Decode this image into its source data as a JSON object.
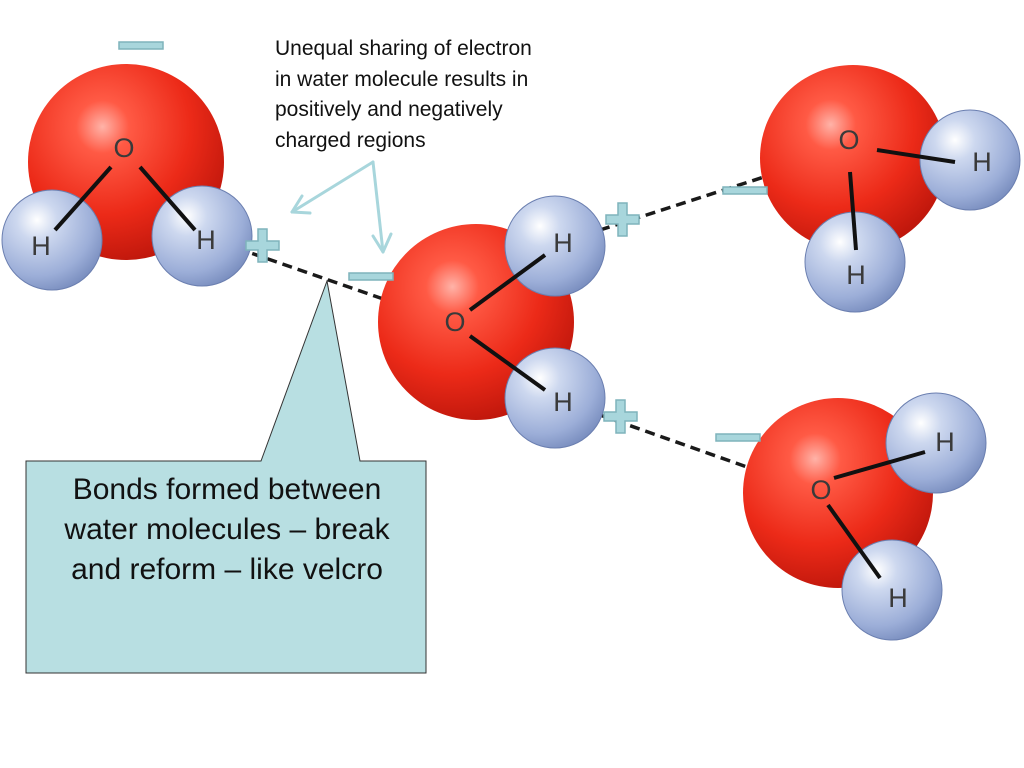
{
  "annotation": {
    "lines": [
      "Unequal sharing of electron",
      "in water molecule results in",
      "positively and negatively",
      "charged regions"
    ]
  },
  "callout": {
    "lines": [
      "Bonds formed between",
      "water molecules – break",
      "and reform – like velcro"
    ]
  },
  "atoms": {
    "oxygen": "O",
    "hydrogen": "H"
  },
  "charges": {
    "positive": "+",
    "negative": "−"
  },
  "colors": {
    "oxygen": "#e8281c",
    "hydrogen": "#9fb4dc",
    "charge_symbol": "#a8d6dc",
    "callout_fill": "#b8dfe2",
    "bond_dashed": "#1a1a1a"
  }
}
